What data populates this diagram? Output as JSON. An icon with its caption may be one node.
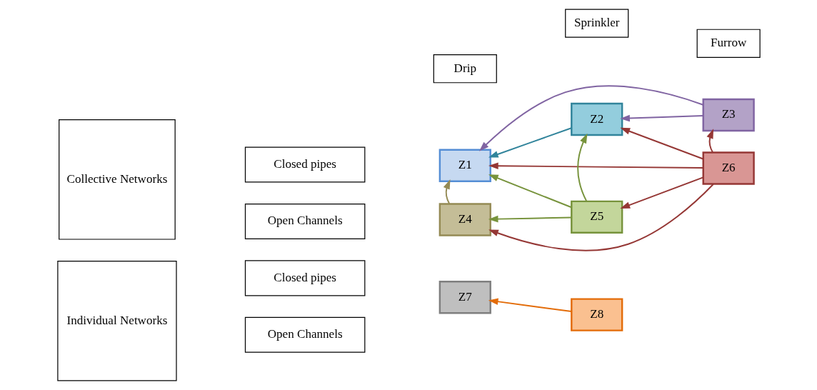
{
  "diagram": {
    "nodes": [
      {
        "text": [
          "Drip"
        ]
      },
      {
        "text": [
          "Sprinkler"
        ]
      },
      {
        "text": [
          "Furrow"
        ]
      },
      {
        "text": [
          "Collective Networks"
        ]
      },
      {
        "text": [
          "Closed pipes"
        ]
      },
      {
        "text": [
          "Open Channels"
        ]
      },
      {
        "text": [
          "Individual Networks"
        ]
      },
      {
        "text": [
          "Closed pipes"
        ]
      },
      {
        "text": [
          "Open Channels"
        ]
      },
      {
        "text": [
          "Z1"
        ]
      },
      {
        "text": [
          "Z2"
        ]
      },
      {
        "text": [
          "Z3"
        ]
      },
      {
        "text": [
          "Z4"
        ]
      },
      {
        "text": [
          "Z5"
        ]
      },
      {
        "text": [
          "Z6"
        ]
      },
      {
        "text": [
          "Z7"
        ]
      },
      {
        "text": [
          "Z8"
        ]
      }
    ],
    "edges": [
      {
        "from": 11,
        "to": 9,
        "arrow": "to",
        "color": "#8064a2"
      },
      {
        "from": 10,
        "to": 9,
        "arrow": "to",
        "color": "#31849b"
      },
      {
        "from": 11,
        "to": 10,
        "arrow": "to",
        "color": "#8064a2"
      },
      {
        "from": 14,
        "to": 9,
        "arrow": "to",
        "color": "#953735"
      },
      {
        "from": 14,
        "to": 10,
        "arrow": "to",
        "color": "#953735"
      },
      {
        "from": 13,
        "to": 9,
        "arrow": "to",
        "color": "#77933c"
      },
      {
        "from": 13,
        "to": 10,
        "arrow": "to",
        "color": "#77933c"
      },
      {
        "from": 14,
        "to": 11,
        "arrow": "to",
        "color": "#953735"
      },
      {
        "from": 12,
        "to": 9,
        "arrow": "to",
        "color": "#948a54"
      },
      {
        "from": 13,
        "to": 12,
        "arrow": "to",
        "color": "#77933c"
      },
      {
        "from": 14,
        "to": 13,
        "arrow": "to",
        "color": "#953735"
      },
      {
        "from": 14,
        "to": 12,
        "arrow": "to",
        "color": "#953735"
      },
      {
        "from": 16,
        "to": 15,
        "arrow": "to",
        "color": "#e36c09"
      }
    ]
  }
}
